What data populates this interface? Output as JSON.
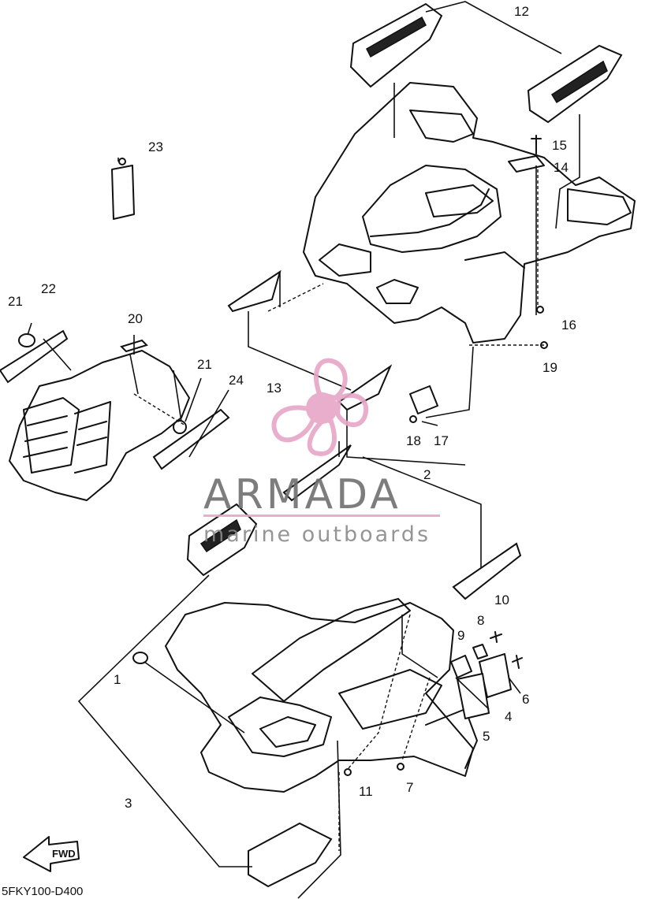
{
  "diagram": {
    "callouts": [
      "1",
      "2",
      "3",
      "4",
      "5",
      "6",
      "7",
      "8",
      "9",
      "10",
      "11",
      "12",
      "13",
      "14",
      "15",
      "16",
      "17",
      "18",
      "19",
      "20",
      "21",
      "21",
      "22",
      "23",
      "24"
    ],
    "diagram_code": "5FKY100-D400",
    "fwd_label": "FWD"
  },
  "watermark": {
    "brand": "ARMADA",
    "tagline": "marine outboards",
    "color": "#e8a6c8"
  }
}
